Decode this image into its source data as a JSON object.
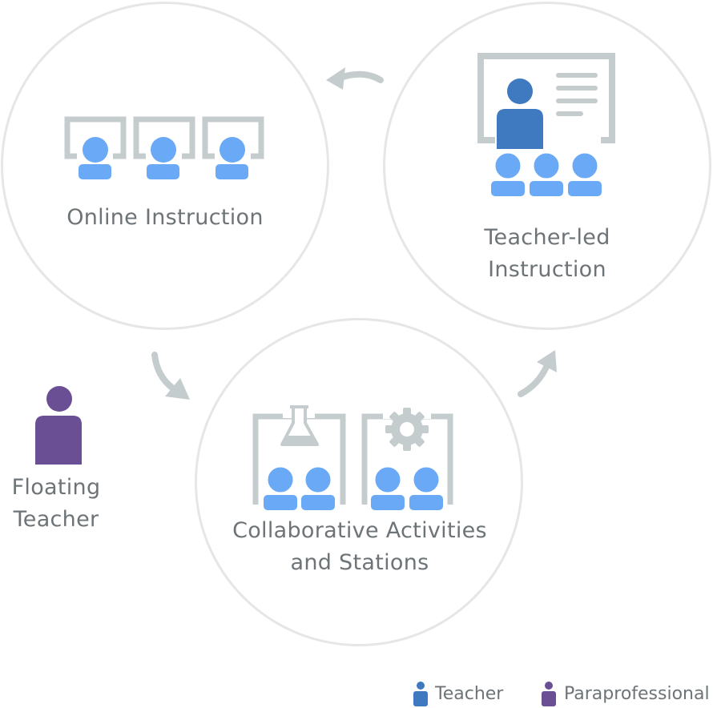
{
  "stations": {
    "online": {
      "label": "Online Instruction"
    },
    "teacher_led": {
      "label_line1": "Teacher-led",
      "label_line2": "Instruction"
    },
    "collaborative": {
      "label_line1": "Collaborative Activities",
      "label_line2": "and Stations"
    }
  },
  "floating": {
    "label_line1": "Floating",
    "label_line2": "Teacher"
  },
  "legend": [
    {
      "label": "Teacher",
      "color": "#3f79c0",
      "icon": "teacher-person-icon"
    },
    {
      "label": "Paraprofessional",
      "color": "#6a4f94",
      "icon": "paraprofessional-person-icon"
    }
  ],
  "colors": {
    "student": "#6aa9f5",
    "teacher": "#3f79c0",
    "paraprofessional": "#6a4f94",
    "screen_frame": "#c5cccd",
    "arrow": "#c5cccd",
    "circle_border": "#e6e6e6",
    "text": "#6d7478"
  }
}
